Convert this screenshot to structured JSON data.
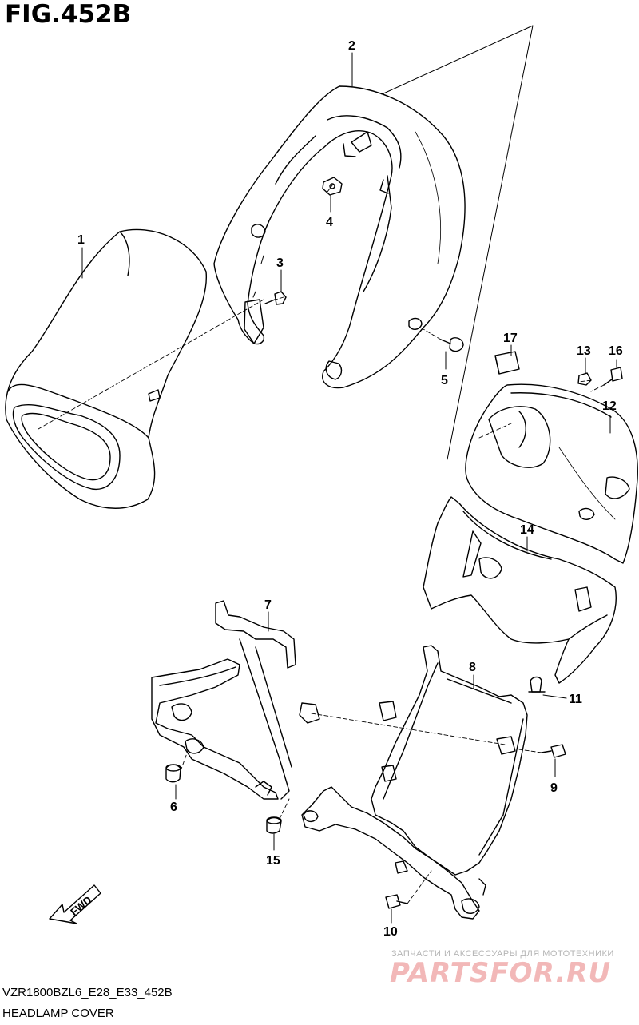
{
  "figure": {
    "title": "FIG.452B",
    "model_code": "VZR1800BZL6_E28_E33_452B",
    "caption": "HEADLAMP COVER"
  },
  "orientation": {
    "arrow_label": "FWD"
  },
  "callouts": {
    "c1": "1",
    "c2": "2",
    "c3": "3",
    "c4": "4",
    "c5": "5",
    "c6": "6",
    "c7": "7",
    "c8": "8",
    "c9": "9",
    "c10": "10",
    "c11": "11",
    "c12": "12",
    "c13": "13",
    "c14": "14",
    "c15": "15",
    "c16": "16",
    "c17": "17"
  },
  "watermark": {
    "line1": "ЗАПЧАСТИ И АКСЕССУАРЫ ДЛЯ МОТОТЕХНИКИ",
    "line2": "PARTSFOR.RU",
    "color": "#f2b8b8"
  }
}
